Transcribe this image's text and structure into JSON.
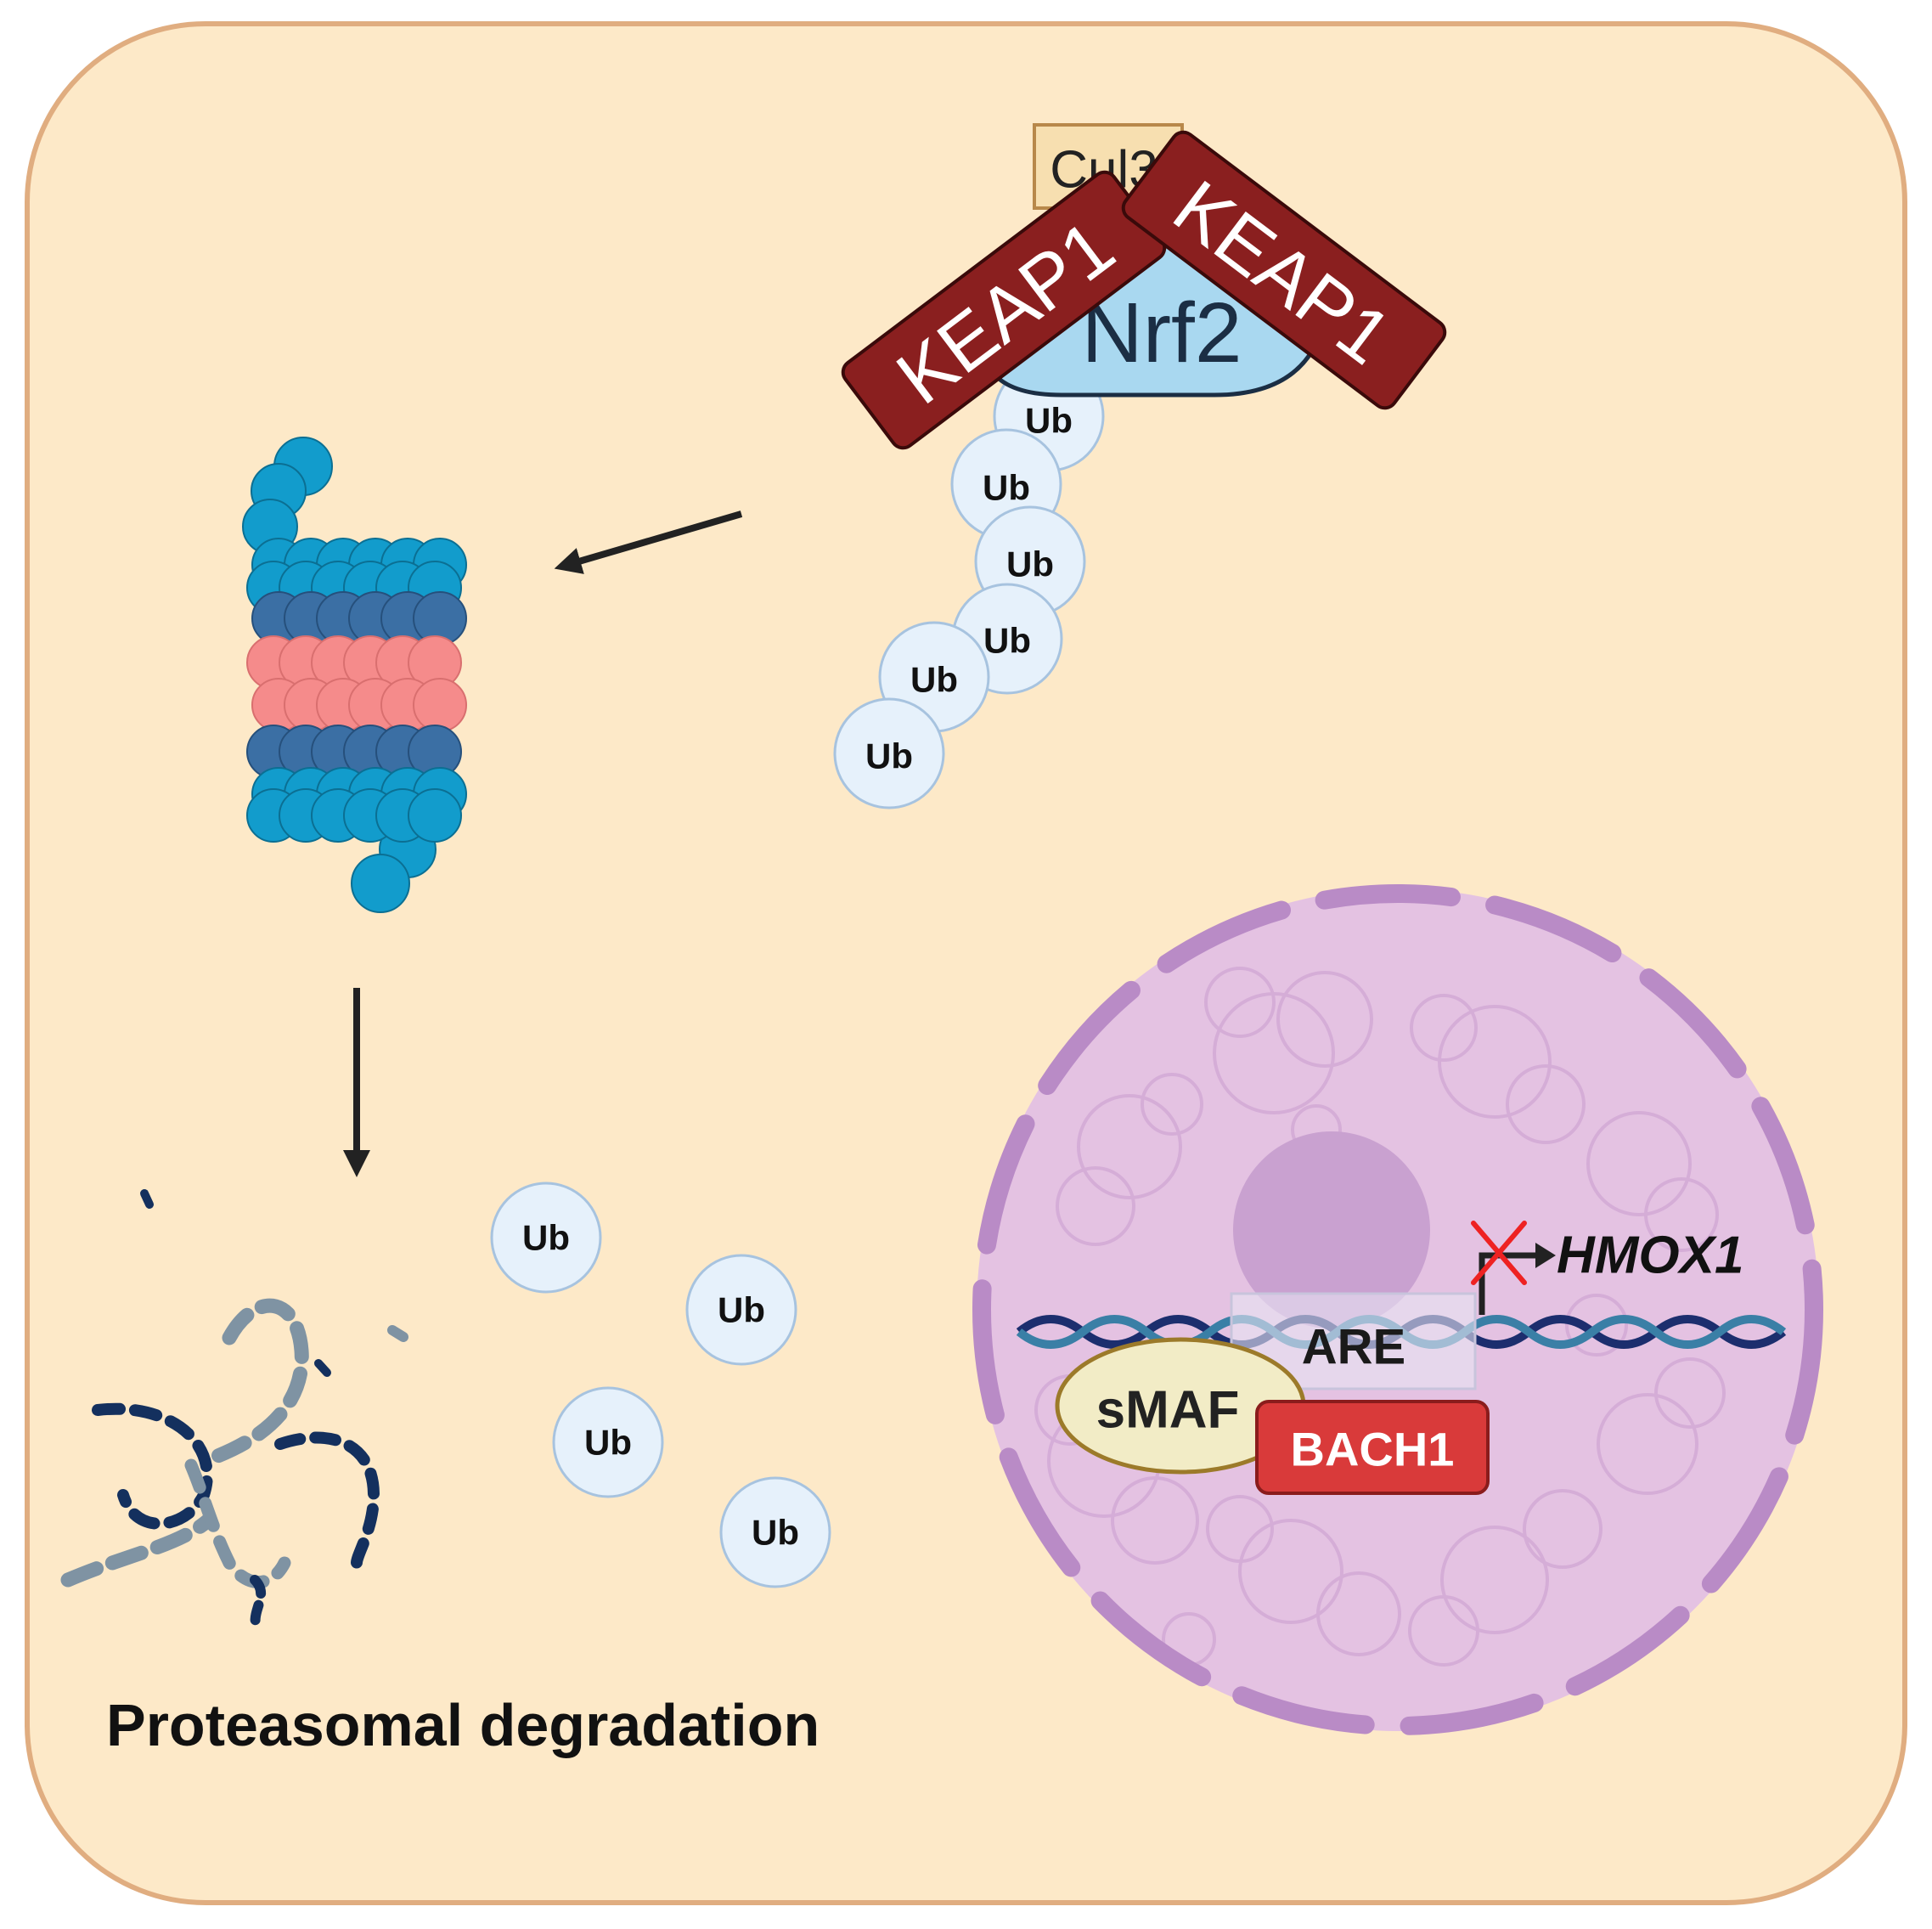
{
  "labels": {
    "cul3": "Cul3",
    "keap1_left": "KEAP1",
    "keap1_right": "KEAP1",
    "nrf2": "Nrf2",
    "ub": "Ub",
    "proteasomal_degradation": "Proteasomal degradation",
    "are": "ARE",
    "smaf": "sMAF",
    "bach1": "BACH1",
    "hmox1": "HMOX1"
  },
  "colors": {
    "cell_fill": "#fde9c8",
    "cell_border": "#e0ad80",
    "keap1": "#8a1f1f",
    "nrf2": "#a9d8f0",
    "cul3": "#f7dfb0",
    "ub_fill": "#e6f1fb",
    "proteasome_outer": "#129ccc",
    "proteasome_mid": "#3b6fa4",
    "proteasome_core": "#f58b8b",
    "nucleus": "#e4c2e2",
    "nuclear_envelope": "#b98bc6",
    "nucleolus": "#c9a1d0",
    "dna_dark": "#1c2e6e",
    "dna_light": "#3a7fa6",
    "smaf": "#f2ecc6",
    "bach1": "#d93a3a",
    "inhibition_mark": "#ee2222"
  }
}
